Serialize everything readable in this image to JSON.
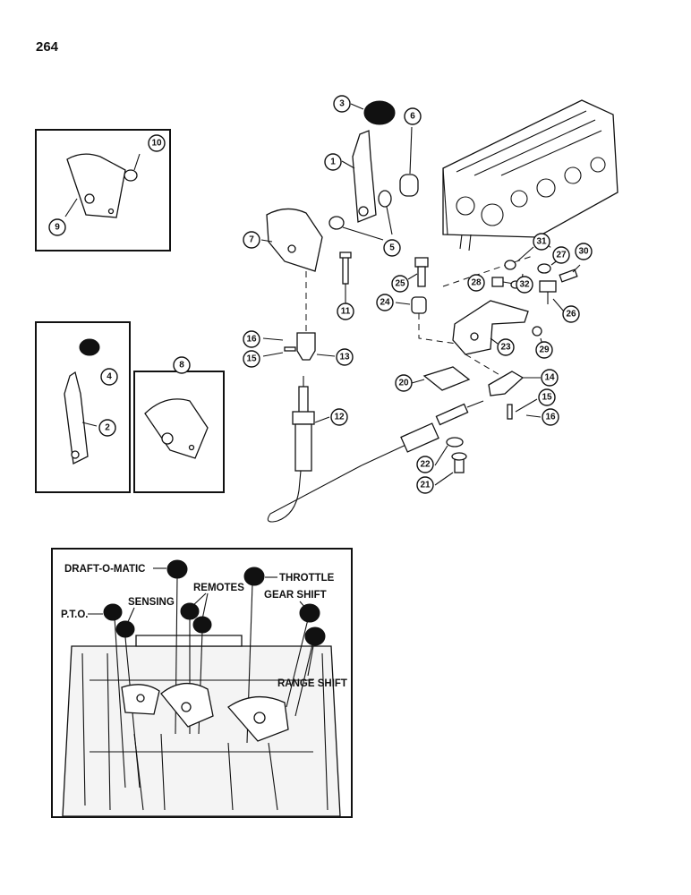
{
  "page": {
    "number": "264"
  },
  "callouts": [
    "1",
    "2",
    "3",
    "4",
    "5",
    "6",
    "7",
    "8",
    "9",
    "10",
    "11",
    "12",
    "13",
    "14",
    "15",
    "16",
    "20",
    "21",
    "22",
    "23",
    "24",
    "25",
    "26",
    "27",
    "28",
    "29",
    "30",
    "31",
    "32"
  ],
  "photo_labels": {
    "draft_o_matic": "DRAFT-O-MATIC",
    "throttle": "THROTTLE",
    "remotes": "REMOTES",
    "sensing": "SENSING",
    "gear_shift": "GEAR SHIFT",
    "pto": "P.T.O.",
    "range_shift": "RANGE SHIFT"
  }
}
